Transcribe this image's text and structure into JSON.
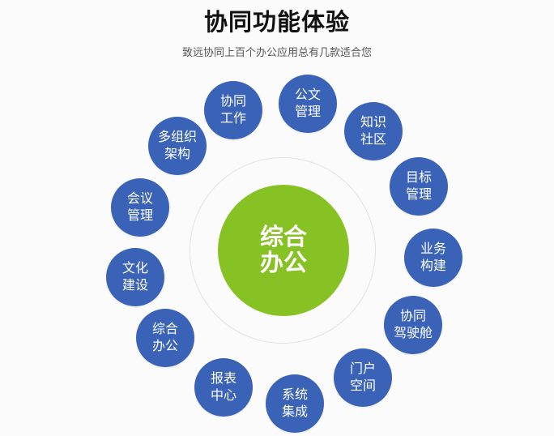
{
  "header": {
    "title": "协同功能体验",
    "subtitle": "致远协同上百个办公应用总有几款适合您"
  },
  "center": {
    "line1": "综合",
    "line2": "办公"
  },
  "features": [
    {
      "line1": "协同",
      "line2": "工作"
    },
    {
      "line1": "公文",
      "line2": "管理"
    },
    {
      "line1": "知识",
      "line2": "社区"
    },
    {
      "line1": "目标",
      "line2": "管理"
    },
    {
      "line1": "业务",
      "line2": "构建"
    },
    {
      "line1": "协同",
      "line2": "驾驶舱"
    },
    {
      "line1": "门户",
      "line2": "空间"
    },
    {
      "line1": "系统",
      "line2": "集成"
    },
    {
      "line1": "报表",
      "line2": "中心"
    },
    {
      "line1": "综合",
      "line2": "办公"
    },
    {
      "line1": "文化",
      "line2": "建设"
    },
    {
      "line1": "会议",
      "line2": "管理"
    },
    {
      "line1": "多组织",
      "line2": "架构"
    }
  ],
  "colors": {
    "feature_blue": "#3a63b8",
    "center_green": "#86c224",
    "background": "#fbfbfb"
  }
}
